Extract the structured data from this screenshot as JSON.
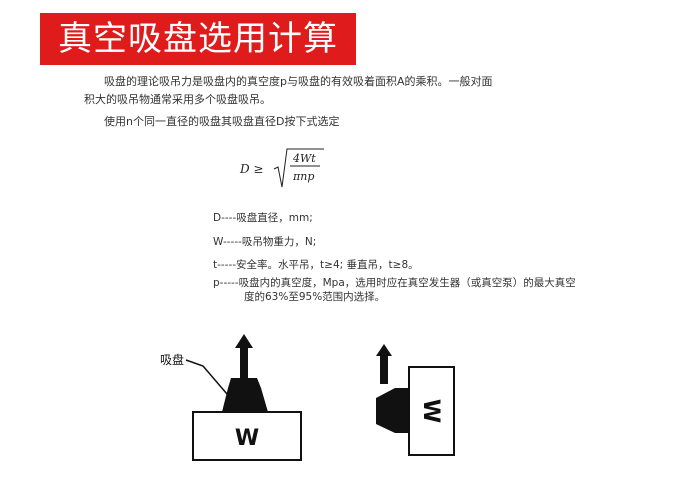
{
  "title": "真空吸盘选用计算",
  "intro": {
    "line1": "吸盘的理论吸吊力是吸盘内的真空度p与吸盘的有效吸着面积A的乘积。一般对面",
    "line2": "积大的吸吊物通常采用多个吸盘吸吊。",
    "line3": "使用n个同一直径的吸盘其吸盘直径D按下式选定"
  },
  "formula": {
    "lhs": "D ≥",
    "numerator": "4Wt",
    "denominator": "πnp"
  },
  "definitions": [
    "D----吸盘直径，mm;",
    "W-----吸吊物重力，N;",
    "t-----安全率。水平吊，t≥4;  垂直吊，t≥8。",
    "p-----吸盘内的真空度，Mpa，选用时应在真空发生器（或真空泵）的最大真空",
    "度的63%至95%范围内选择。"
  ],
  "diagram": {
    "suction_cup_label": "吸盘",
    "weight_label_left": "W",
    "weight_label_right": "W"
  },
  "colors": {
    "banner_bg": "#e01b1b",
    "banner_text": "#ffffff",
    "ink": "#111111"
  }
}
